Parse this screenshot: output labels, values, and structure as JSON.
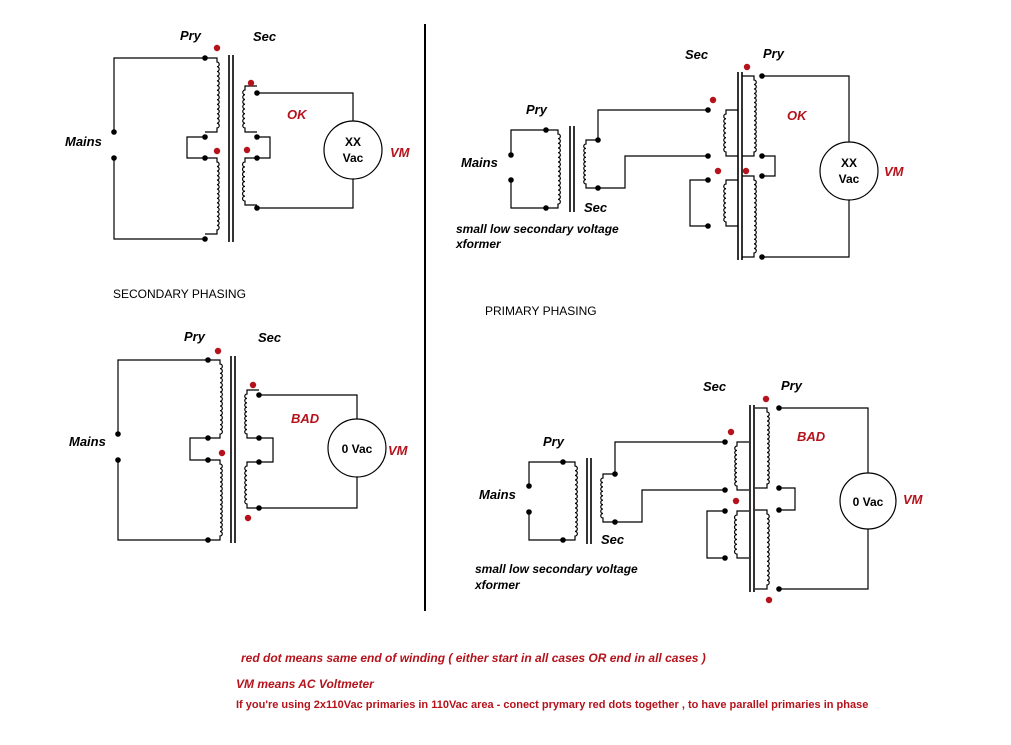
{
  "colors": {
    "dot": "#b5121b",
    "text": "#000000",
    "note": "#b5121b"
  },
  "labels": {
    "pry": "Pry",
    "sec": "Sec",
    "mains": "Mains",
    "vm": "VM",
    "ok": "OK",
    "bad": "BAD",
    "meter_xx_1": "XX",
    "meter_xx_2": "Vac",
    "meter_zero": "0 Vac",
    "small_xformer_1": "small low secondary voltage",
    "small_xformer_2": "xformer"
  },
  "sections": {
    "secondary_phasing": "SECONDARY PHASING",
    "primary_phasing": "PRIMARY PHASING"
  },
  "notes": {
    "red_dot": "red dot means same end of winding ( either start in all cases OR end in all cases )",
    "vm": "VM means AC Voltmeter",
    "parallel": "If you're using 2x110Vac primaries in 110Vac area - conect prymary red dots together , to have parallel primaries in phase"
  }
}
